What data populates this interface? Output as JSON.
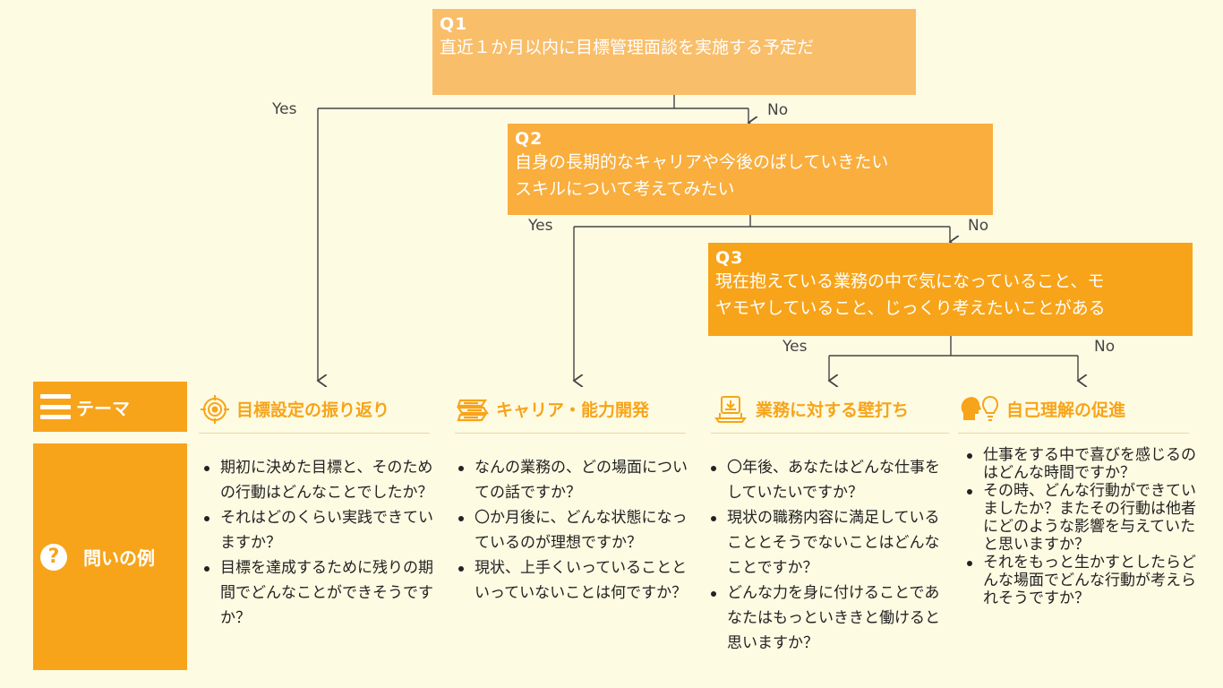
{
  "questions": [
    {
      "label": "Q1",
      "text": "直近１か月以内に目標管理面談を実施する予定だ"
    },
    {
      "label": "Q2",
      "text": "自身の長期的なキャリアや今後のばしていきたい\nスキルについて考えてみたい"
    },
    {
      "label": "Q3",
      "text": "現在抱えている業務の中で気になっていること、モ\nヤモヤしていること、じっくり考えたいことがある"
    }
  ],
  "branches": {
    "q1_yes": "Yes",
    "q1_no": "No",
    "q2_yes": "Yes",
    "q2_no": "No",
    "q3_yes": "Yes",
    "q3_no": "No"
  },
  "side": {
    "theme_label": "テーマ",
    "example_label": "問いの例"
  },
  "themes": [
    {
      "title": "目標設定の振り返り",
      "icon": "target-icon",
      "items": [
        "期初に決めた目標と、そのための行動はどんなことでしたか？",
        "それはどのくらい実践できていますか？",
        "目標を達成するために残りの期間でどんなことができそうですか？"
      ]
    },
    {
      "title": "キャリア・能力開発",
      "icon": "books-icon",
      "items": [
        "なんの業務の、どの場面についての話ですか？",
        "〇か月後に、どんな状態になっているのが理想ですか？",
        "現状、上手くいっていることといっていないことは何ですか？"
      ]
    },
    {
      "title": "業務に対する壁打ち",
      "icon": "laptop-download-icon",
      "items": [
        "〇年後、あなたはどんな仕事をしていたいですか？",
        "現状の職務内容に満足していることとそうでないことはどんなことですか？",
        "どんな力を身に付けることであなたはもっといききと働けると思いますか？"
      ]
    },
    {
      "title": "自己理解の促進",
      "icon": "head-lightbulb-icon",
      "items": [
        "仕事をする中で喜びを感じるのはどんな時間ですか？",
        "その時、どんな行動ができていましたか？またその行動は他者にどのような影響を与えていたと思いますか？",
        "それをもっと生かすとしたらどんな場面でどんな行動が考えられそうですか？"
      ]
    }
  ],
  "colors": {
    "background": "#FEFBE3",
    "q1": "#F9BE6A",
    "q2": "#F9AE3D",
    "q3": "#F7A41A",
    "accent": "#F7A41A"
  }
}
